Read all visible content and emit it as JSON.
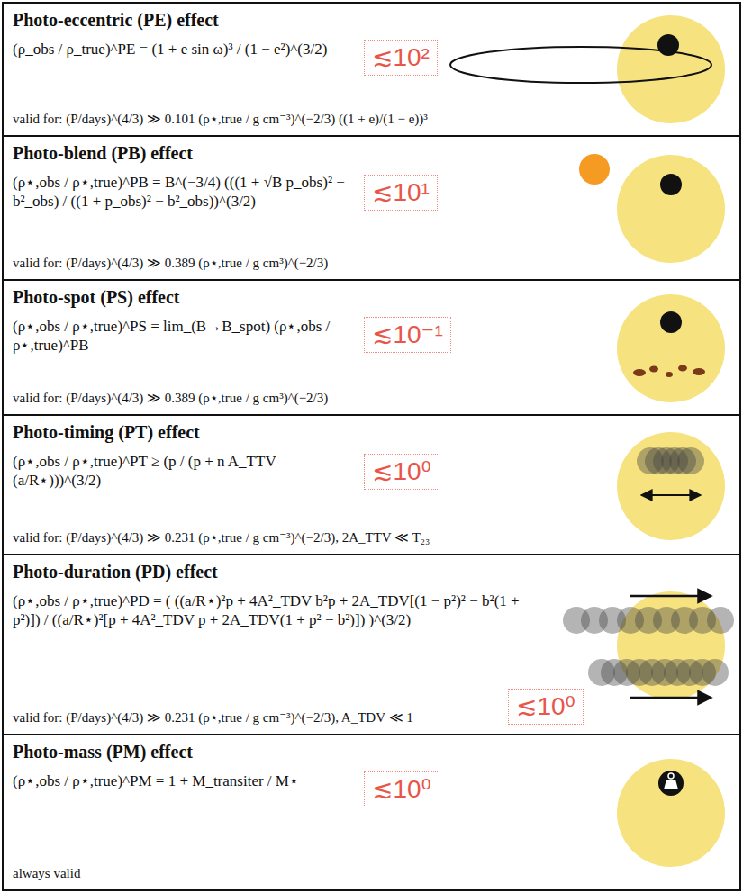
{
  "diagram": {
    "nodes": [
      {
        "text": [
          "Photo-eccentric (PE) effect",
          "(ρ_obs / ρ_true)^PE = (1 + e sin ω)³ / (1 − e²)^(3/2)",
          "valid for: (P/days)^(4/3) ≫ 0.101 (ρ⋆,true / g cm⁻³)^(−2/3) ((1 + e)/(1 − e))³"
        ]
      },
      {
        "text": [
          "≲10²"
        ],
        "in": 0
      },
      {
        "text": [
          "Photo-blend (PB) effect",
          "(ρ⋆,obs / ρ⋆,true)^PB = B^(−3/4) (((1 + √B p_obs)² − b²_obs) / ((1 + p_obs)² − b²_obs))^(3/2)",
          "valid for: (P/days)^(4/3) ≫ 0.389 (ρ⋆,true / g cm³)^(−2/3)"
        ]
      },
      {
        "text": [
          "≲10¹"
        ],
        "in": 2
      },
      {
        "text": [
          "Photo-spot (PS) effect",
          "(ρ⋆,obs / ρ⋆,true)^PS = lim_(B→B_spot) (ρ⋆,obs / ρ⋆,true)^PB",
          "valid for: (P/days)^(4/3) ≫ 0.389 (ρ⋆,true / g cm³)^(−2/3)"
        ]
      },
      {
        "text": [
          "≲10⁻¹"
        ],
        "in": 4
      },
      {
        "text": [
          "Photo-timing (PT) effect",
          "(ρ⋆,obs / ρ⋆,true)^PT ≥ (p / (p + n A_TTV (a/R⋆)))^(3/2)",
          "valid for: (P/days)^(4/3) ≫ 0.231 (ρ⋆,true / g cm⁻³)^(−2/3), 2A_TTV ≪ T₂₃"
        ]
      },
      {
        "text": [
          "≲10⁰"
        ],
        "in": 6
      },
      {
        "text": [
          "Photo-duration (PD) effect",
          "(ρ⋆,obs / ρ⋆,true)^PD = ( ((a/R⋆)²p + 4A²_TDV b²p + 2A_TDV[(1 − p²)² − b²(1 + p²)]) / ((a/R⋆)²[p + 4A²_TDV p + 2A_TDV(1 + p² − b²)]) )^(3/2)",
          "valid for: (P/days)^(4/3) ≫ 0.231 (ρ⋆,true / g cm⁻³)^(−2/3), A_TDV ≪ 1"
        ]
      },
      {
        "text": [
          "≲10⁰"
        ],
        "in": 8
      },
      {
        "text": [
          "Photo-mass (PM) effect",
          "(ρ⋆,obs / ρ⋆,true)^PM = 1 + M_transiter / M⋆",
          "always valid"
        ]
      },
      {
        "text": [
          "≲10⁰"
        ],
        "in": 10
      }
    ]
  }
}
